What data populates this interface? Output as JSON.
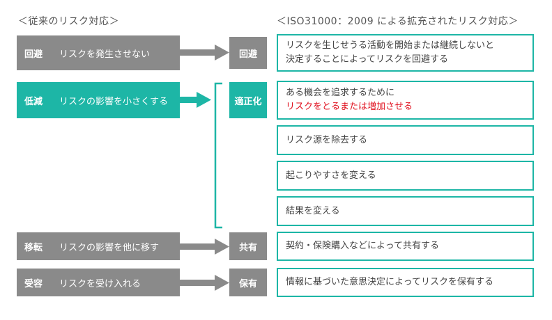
{
  "headers": {
    "left": "＜従来のリスク対応＞",
    "right": "＜ISO31000：2009 による拡充されたリスク対応＞"
  },
  "traditional": [
    {
      "abbr": "回避",
      "desc": "リスクを発生させない"
    },
    {
      "abbr": "低減",
      "desc": "リスクの影響を小さくする"
    },
    {
      "abbr": "移転",
      "desc": "リスクの影響を他に移す"
    },
    {
      "abbr": "受容",
      "desc": "リスクを受け入れる"
    }
  ],
  "categories": [
    "回避",
    "適正化",
    "共有",
    "保有"
  ],
  "descriptions": {
    "avoid": [
      "リスクを生じせうる活動を開始または継続しないと",
      "決定することによってリスクを回避する"
    ],
    "opt1_normal": "ある機会を追求するために",
    "opt1_red": "リスクをとるまたは増加させる",
    "opt2": "リスク源を除去する",
    "opt3": "起こりやすさを変える",
    "opt4": "結果を変える",
    "share": "契約・保険購入などによって共有する",
    "retain": "情報に基づいた意思決定によってリスクを保有する"
  },
  "colors": {
    "teal": "#1db6a6",
    "gray": "#8a8a8a",
    "red": "#e0101e"
  }
}
